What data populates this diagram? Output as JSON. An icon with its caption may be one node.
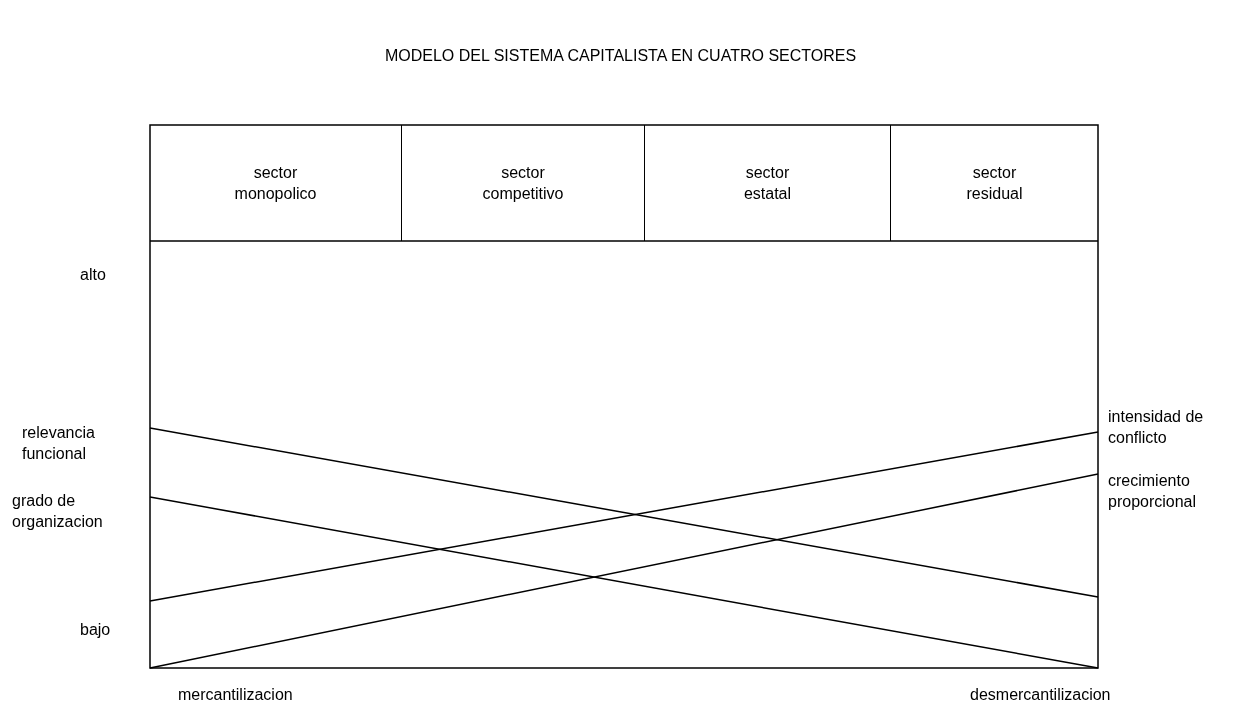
{
  "diagram": {
    "title": "MODELO DEL SISTEMA CAPITALISTA EN CUATRO SECTORES",
    "nodes": [
      {
        "text": [
          "sector monopolico"
        ]
      },
      {
        "text": [
          "sector competitivo"
        ]
      },
      {
        "text": [
          "sector estatal"
        ]
      },
      {
        "text": [
          "sector residual"
        ]
      }
    ],
    "labels": [
      "alto",
      "intensidad de conflicto",
      "relevancia funcional",
      "crecimiento proporcional",
      "grado de organizacion",
      "bajo",
      "mercantilizacion",
      "desmercantilizacion"
    ]
  }
}
